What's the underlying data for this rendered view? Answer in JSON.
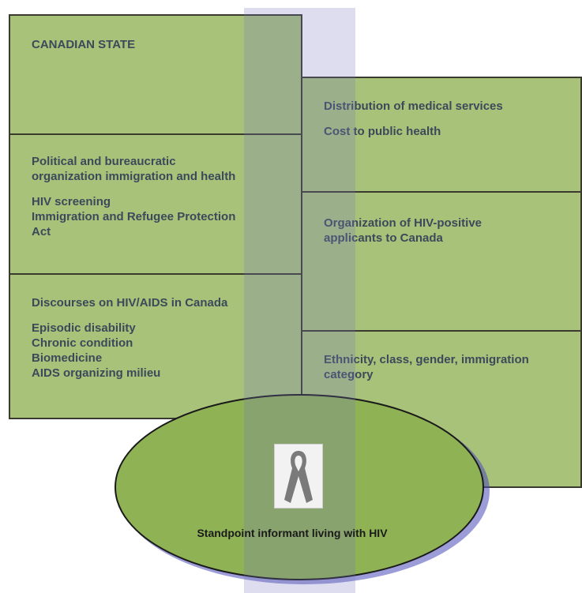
{
  "left_boxes": [
    {
      "lines": [
        [
          "CANADIAN STATE"
        ]
      ]
    },
    {
      "lines": [
        [
          "Political and bureaucratic",
          "organization immigration and health"
        ],
        [
          "HIV screening",
          "Immigration and Refugee Protection",
          "Act"
        ]
      ]
    },
    {
      "lines": [
        [
          "Discourses on HIV/AIDS in Canada"
        ],
        [
          "Episodic disability",
          "Chronic condition",
          "Biomedicine",
          "AIDS organizing milieu"
        ]
      ]
    }
  ],
  "right_boxes": [
    {
      "lines": [
        [
          "Distribution of medical services"
        ],
        [
          "Cost to public health"
        ]
      ]
    },
    {
      "lines": [
        [
          "Organization of HIV-positive",
          "applicants to Canada"
        ]
      ]
    },
    {
      "lines": [
        [
          "Ethnicity, class, gender, immigration",
          "category"
        ]
      ]
    }
  ],
  "center": {
    "label": "Standpoint informant living with HIV",
    "icon": "awareness-ribbon-icon"
  },
  "colors": {
    "box_fill": "#a9c27a",
    "ellipse_fill": "#8fb255",
    "band": "#b8bce0",
    "text": "#3b4a5a",
    "ribbon": "#7a7a7a"
  }
}
